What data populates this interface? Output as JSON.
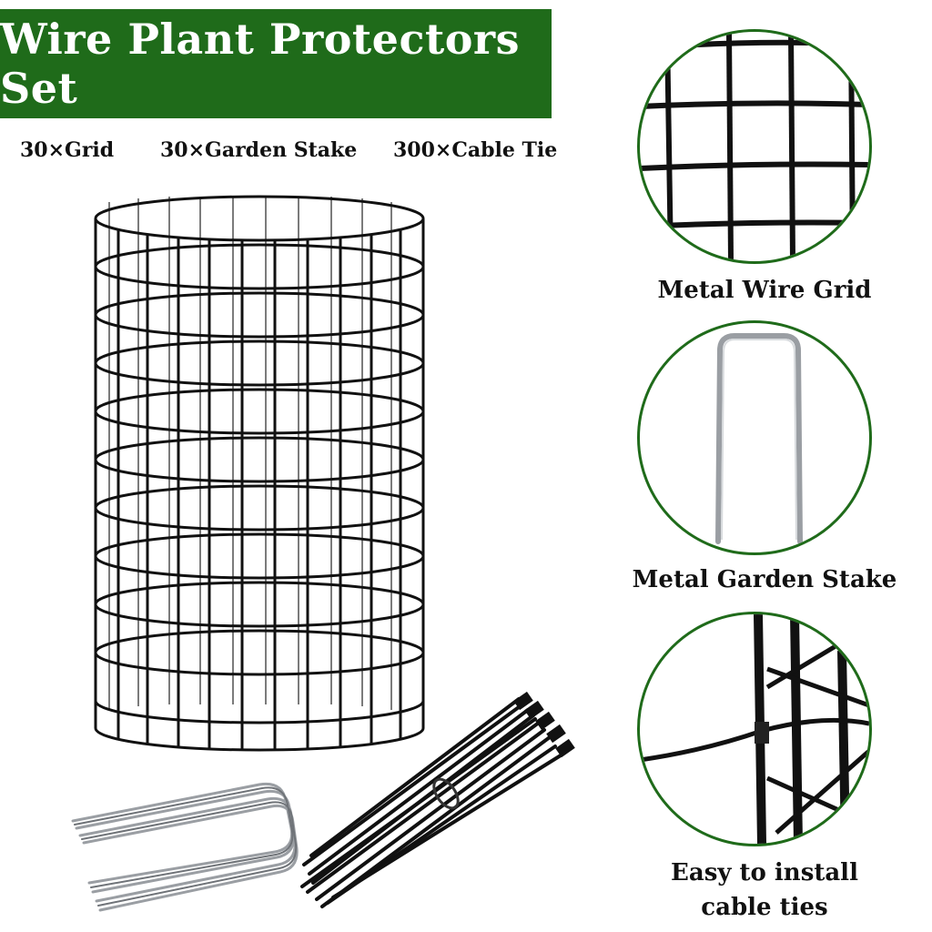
{
  "banner": {
    "title": "Wire Plant Protectors Set"
  },
  "contents": {
    "grid": "30×Grid",
    "stake": "30×Garden Stake",
    "tie": "300×Cable Tie"
  },
  "details": [
    {
      "caption": "Metal Wire Grid",
      "icon": "wire-grid-closeup"
    },
    {
      "caption": "Metal Garden Stake",
      "icon": "u-stake-closeup"
    },
    {
      "caption_line1": "Easy to install",
      "caption_line2": "cable ties",
      "icon": "cable-tie-closeup"
    }
  ],
  "colors": {
    "brand_green": "#1f6b1a",
    "wire": "#111111",
    "stake_metal": "#9a9ea3"
  }
}
